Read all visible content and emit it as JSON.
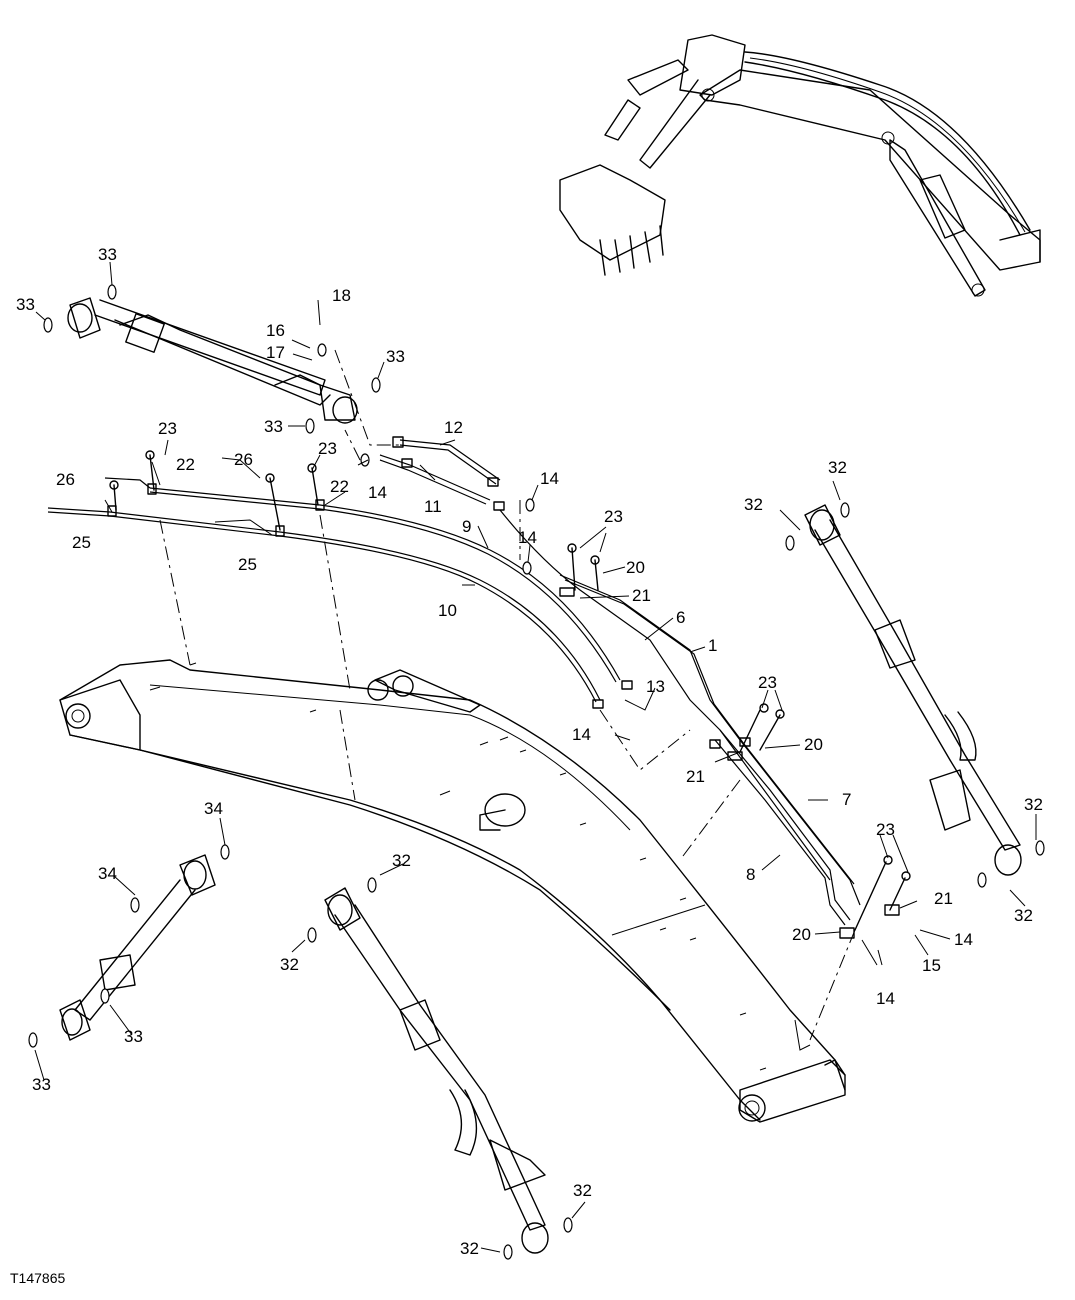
{
  "figure_id": "T147865",
  "callouts": {
    "c1": "1",
    "c6": "6",
    "c7": "7",
    "c8": "8",
    "c9": "9",
    "c10": "10",
    "c11": "11",
    "c12": "12",
    "c13": "13",
    "c14": "14",
    "c15": "15",
    "c16": "16",
    "c17": "17",
    "c18": "18",
    "c20": "20",
    "c21": "21",
    "c22": "22",
    "c23": "23",
    "c25": "25",
    "c26": "26",
    "c32": "32",
    "c33": "33",
    "c34": "34"
  }
}
